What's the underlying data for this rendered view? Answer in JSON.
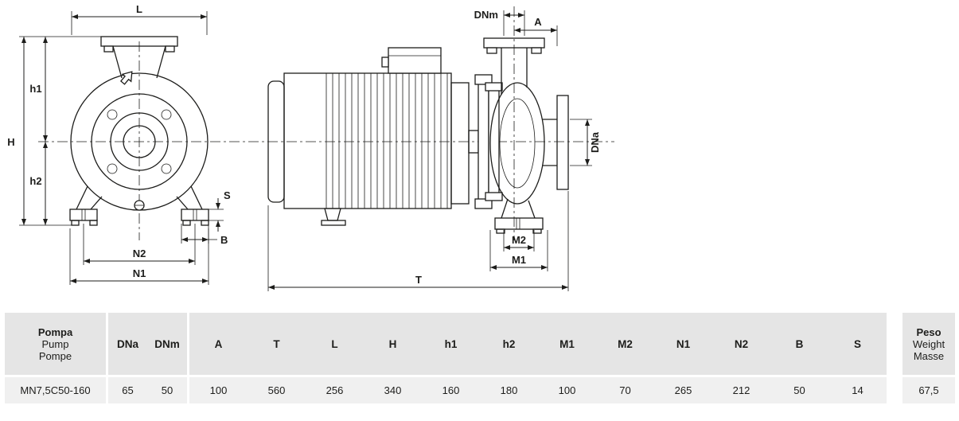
{
  "drawing": {
    "front_view": {
      "labels": {
        "L": "L",
        "H": "H",
        "h1": "h1",
        "h2": "h2",
        "S": "S",
        "B": "B",
        "N2": "N2",
        "N1": "N1"
      }
    },
    "side_view": {
      "labels": {
        "DNm": "DNm",
        "A": "A",
        "DNa": "DNa",
        "M2": "M2",
        "M1": "M1",
        "T": "T"
      }
    },
    "line_color": "#1d1d1b"
  },
  "table": {
    "pump_col": {
      "line1": "Pompa",
      "line2": "Pump",
      "line3": "Pompe"
    },
    "weight_col": {
      "line1": "Peso",
      "line2": "Weight",
      "line3": "Masse"
    },
    "dim_headers": [
      "DNa",
      "DNm",
      "A",
      "T",
      "L",
      "H",
      "h1",
      "h2",
      "M1",
      "M2",
      "N1",
      "N2",
      "B",
      "S"
    ],
    "row": {
      "pump_name": "MN7,5C50-160",
      "values": [
        "65",
        "50",
        "100",
        "560",
        "256",
        "340",
        "160",
        "180",
        "100",
        "70",
        "265",
        "212",
        "50",
        "14"
      ],
      "weight": "67,5"
    },
    "colors": {
      "header_bg": "#e5e5e5",
      "row_bg": "#f0f0f0"
    }
  }
}
